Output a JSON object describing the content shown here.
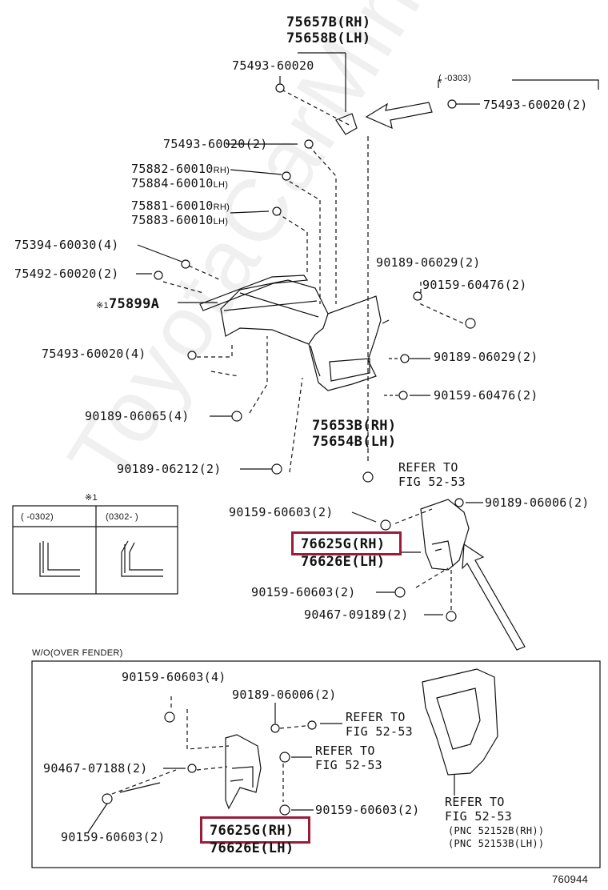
{
  "watermark": "ToyotaCarMine.ru",
  "colors": {
    "highlight": "#9b1b3a",
    "line": "#111111"
  },
  "labels": {
    "top_rh": "75657B(RH)",
    "top_lh": "75658B(LH)",
    "screw_top": "75493-60020",
    "range_note": "(    -0303)",
    "screw_right": "75493-60020(2)",
    "screw_mid": "75493-60020(2)",
    "clip_a_rh": "75882-60010",
    "clip_a_rh_suffix": "RH)",
    "clip_a_lh": "75884-60010",
    "clip_a_lh_suffix": "LH)",
    "clip_b_rh": "75881-60010",
    "clip_b_rh_suffix": "RH)",
    "clip_b_lh": "75883-60010",
    "clip_b_lh_suffix": "LH)",
    "p75394": "75394-60030(4)",
    "p75492": "75492-60020(2)",
    "note_mark": "※1",
    "p75899": "75899A",
    "p75493_4": "75493-60020(4)",
    "p90189_06029_a": "90189-06029(2)",
    "p90159_60476_a": "90159-60476(2)",
    "p90189_06029_b": "90189-06029(2)",
    "p90159_60476_b": "90159-60476(2)",
    "p90189_06065": "90189-06065(4)",
    "p75653": "75653B(RH)",
    "p75654": "75654B(LH)",
    "p90189_06212": "90189-06212(2)",
    "refer1_a": "REFER TO",
    "refer1_b": "FIG 52-53",
    "p90159_60603_a": "90159-60603(2)",
    "p90189_06006_a": "90189-06006(2)",
    "p76625g_a": "76625G(RH)",
    "p76626e_a": "76626E(LH)",
    "p90159_60603_b": "90159-60603(2)",
    "p90467_09189": "90467-09189(2)",
    "note_box_mark": "※1",
    "note_col1": "(    -0302)",
    "note_col2": "(0302-    )",
    "section_title": "W/O(OVER FENDER)",
    "b_90159_60603_4": "90159-60603(4)",
    "b_90189_06006": "90189-06006(2)",
    "b_refer2_a": "REFER TO",
    "b_refer2_b": "FIG 52-53",
    "b_refer3_a": "REFER TO",
    "b_refer3_b": "FIG 52-53",
    "b_90467_07188": "90467-07188(2)",
    "b_90159_60603_2a": "90159-60603(2)",
    "b_90159_60603_2b": "90159-60603(2)",
    "b_p76625g": "76625G(RH)",
    "b_p76626e": "76626E(LH)",
    "b_refer4_a": "REFER TO",
    "b_refer4_b": "FIG 52-53",
    "b_pnc1": "(PNC 52152B(RH))",
    "b_pnc2": "(PNC 52153B(LH))",
    "figure_no": "760944"
  }
}
